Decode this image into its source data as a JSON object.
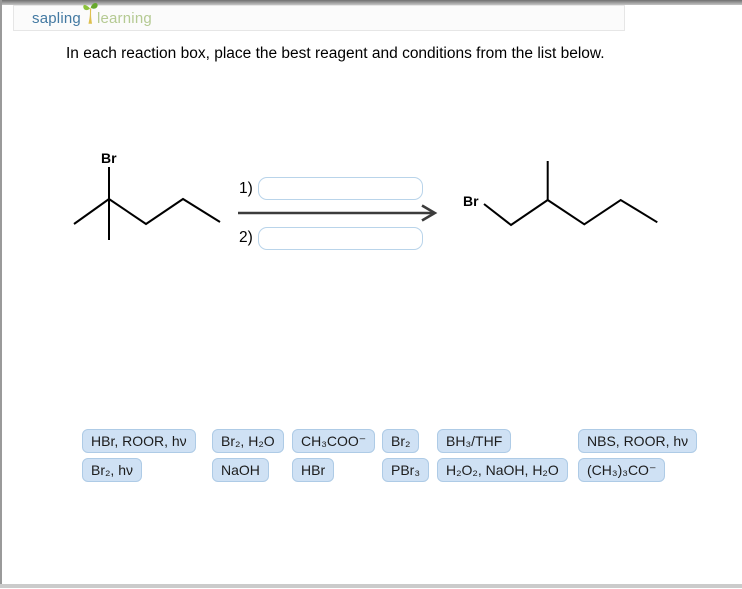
{
  "header": {
    "logo_sapling": "sapling",
    "logo_learning": "learning"
  },
  "question": "In each reaction box, place the best reagent and conditions from the list below.",
  "scheme": {
    "reactant_br": "Br",
    "product_br": "Br",
    "step1_label": "1)",
    "step2_label": "2)",
    "step1_value": "",
    "step2_value": ""
  },
  "reagents": {
    "items": [
      {
        "label": "HBr, ROOR,  hν"
      },
      {
        "label": "Br₂, H₂O"
      },
      {
        "label": "CH₃COO⁻"
      },
      {
        "label": "Br₂"
      },
      {
        "label": "BH₃/THF"
      },
      {
        "label": "NBS, ROOR,  hν"
      },
      {
        "label": "Br₂, hν"
      },
      {
        "label": "NaOH"
      },
      {
        "label": "HBr"
      },
      {
        "label": "PBr₃"
      },
      {
        "label": "H₂O₂, NaOH, H₂O"
      },
      {
        "label": "(CH₃)₃CO⁻"
      }
    ]
  },
  "colors": {
    "chip_bg": "#cfe1f4",
    "chip_border": "#aecbe6",
    "input_border": "#b9d4ea",
    "logo_blue": "#4379a2",
    "logo_green": "#b5ca93",
    "arrow": "#3c3c3c",
    "structure": "#000000"
  }
}
